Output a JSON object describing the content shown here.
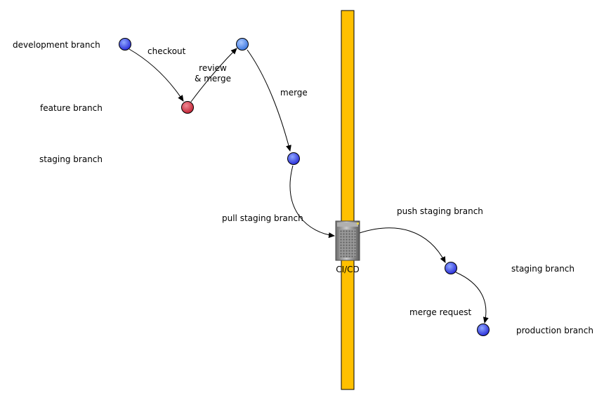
{
  "branch_labels": {
    "development": "development branch",
    "feature": "feature branch",
    "staging": "staging branch",
    "staging_right": "staging branch",
    "production": "production branch"
  },
  "edge_labels": {
    "checkout": "checkout",
    "review_line1": "review",
    "review_line2": "& merge",
    "merge": "merge",
    "pull": "pull staging branch",
    "push": "push staging branch",
    "merge_request": "merge request"
  },
  "server_label": "CI/CD",
  "colors": {
    "bar": "#ffc000",
    "node_blue": "#3d3ff0",
    "node_blue_light": "#5b8fe8",
    "node_red": "#d43b4c"
  }
}
